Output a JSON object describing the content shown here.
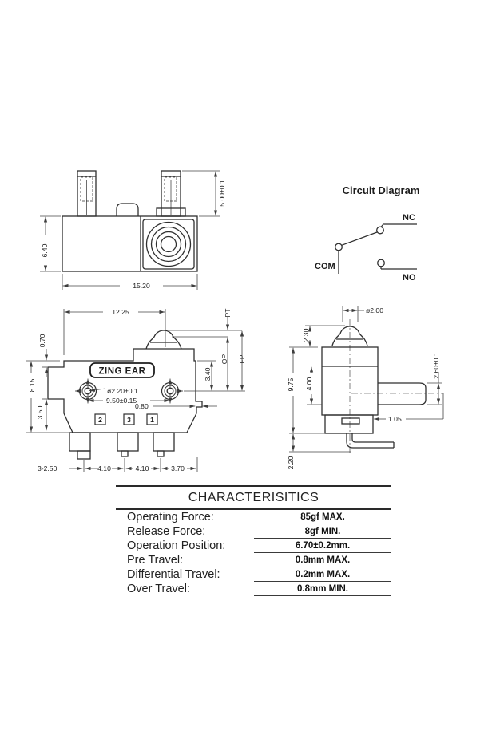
{
  "top_view": {
    "height": "6.40",
    "width": "15.20",
    "terminal_height": "5.00±0.1"
  },
  "circuit": {
    "title": "Circuit Diagram",
    "nc": "NC",
    "com": "COM",
    "no": "NO"
  },
  "front_view": {
    "top_width": "12.25",
    "brand": "ZING EAR",
    "hole_diameter": "ø2.20±0.1",
    "hole_spacing": "9.50±0.15",
    "step": "0.80",
    "notch_top": "0.70",
    "height": "8.15",
    "notch_height": "3.50",
    "pt": "PT",
    "op": "OP",
    "fp": "FP",
    "op_depth": "3.40",
    "terminal_numbers": [
      "2",
      "3",
      "1"
    ],
    "terminal_width": "3-2.50",
    "pitch_a": "4.10",
    "pitch_b": "4.10",
    "end_offset": "3.70"
  },
  "side_view": {
    "plunger_diameter": "ø2.00",
    "plunger_height": "2.30",
    "overall_height": "9.75",
    "body_depth": "4.00",
    "terminal_thickness": "2.60±0.1",
    "slot_offset": "1.05",
    "lead_drop": "2.20"
  },
  "table": {
    "title": "CHARACTERISITICS",
    "rows": [
      {
        "label": "Operating Force:",
        "value": "85gf MAX."
      },
      {
        "label": "Release Force:",
        "value": "8gf MIN."
      },
      {
        "label": "Operation Position:",
        "value": "6.70±0.2mm."
      },
      {
        "label": "Pre Travel:",
        "value": "0.8mm MAX."
      },
      {
        "label": "Differential Travel:",
        "value": "0.2mm MAX."
      },
      {
        "label": "Over Travel:",
        "value": "0.8mm MIN."
      }
    ]
  }
}
